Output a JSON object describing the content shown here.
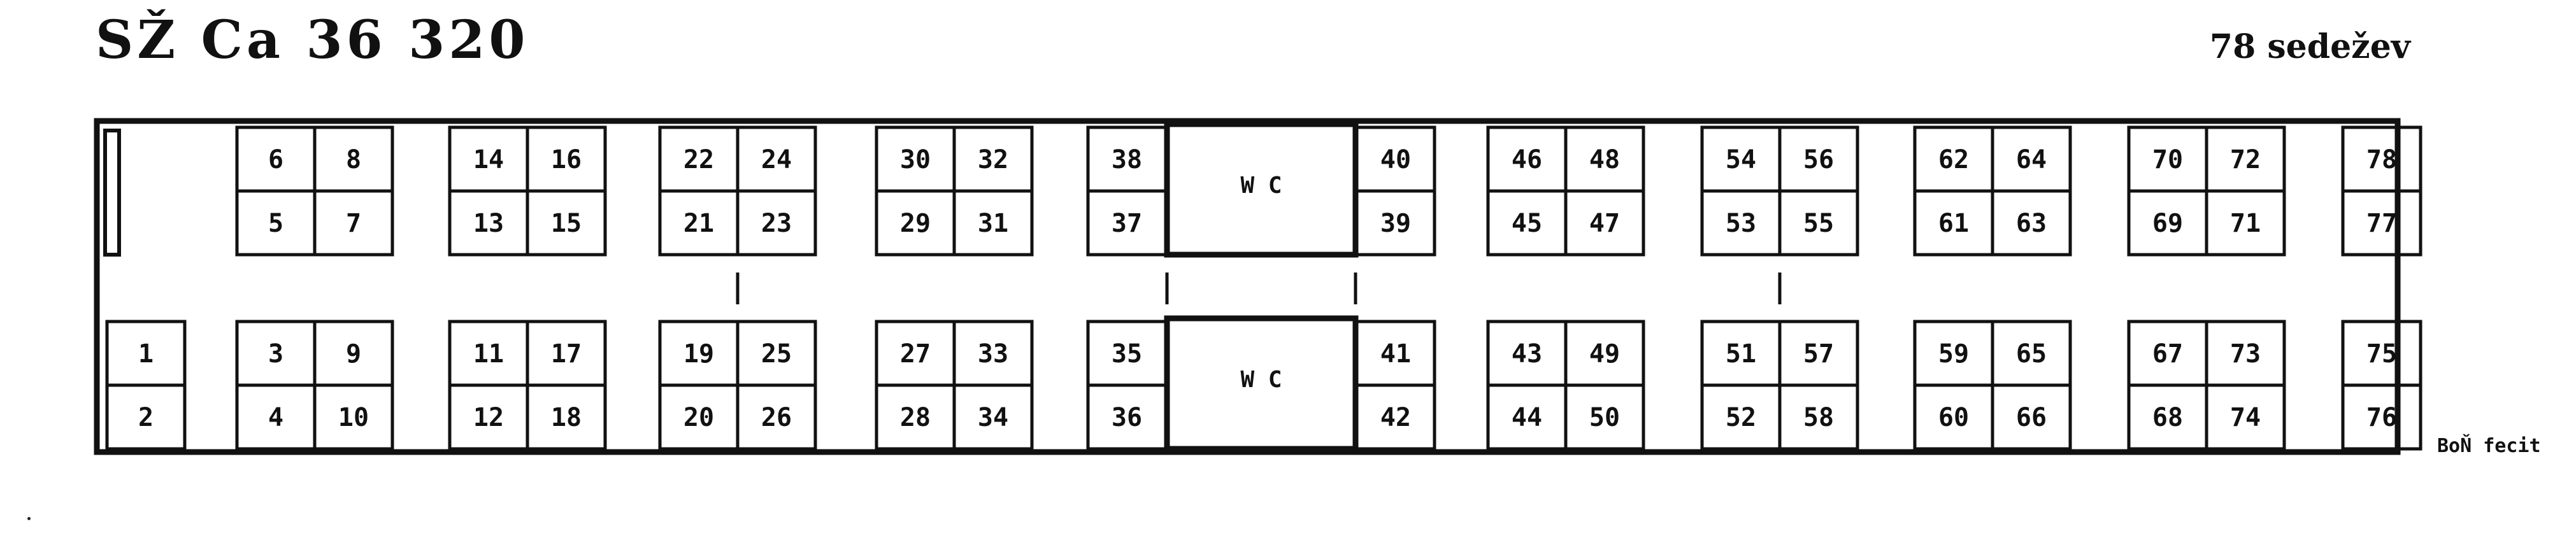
{
  "header": {
    "title": "SŽ Ca 36 320",
    "seat_count": "78 sedežev"
  },
  "footer": {
    "credit": "BoŇ fecit"
  },
  "wc_label": "W C",
  "seats": {
    "top_row_upper": [
      "6",
      "8",
      "14",
      "16",
      "22",
      "24",
      "30",
      "32",
      "38",
      "40",
      "46",
      "48",
      "54",
      "56",
      "62",
      "64",
      "70",
      "72",
      "78"
    ],
    "top_row_lower": [
      "5",
      "7",
      "13",
      "15",
      "21",
      "23",
      "29",
      "31",
      "37",
      "39",
      "45",
      "47",
      "53",
      "55",
      "61",
      "63",
      "69",
      "71",
      "77"
    ],
    "bottom_row_upper": [
      "1",
      "3",
      "9",
      "11",
      "17",
      "19",
      "25",
      "27",
      "33",
      "35",
      "41",
      "43",
      "49",
      "51",
      "57",
      "59",
      "65",
      "67",
      "73",
      "75"
    ],
    "bottom_row_lower": [
      "2",
      "4",
      "10",
      "12",
      "18",
      "20",
      "26",
      "28",
      "34",
      "36",
      "42",
      "44",
      "50",
      "52",
      "58",
      "60",
      "66",
      "68",
      "74",
      "76"
    ]
  }
}
